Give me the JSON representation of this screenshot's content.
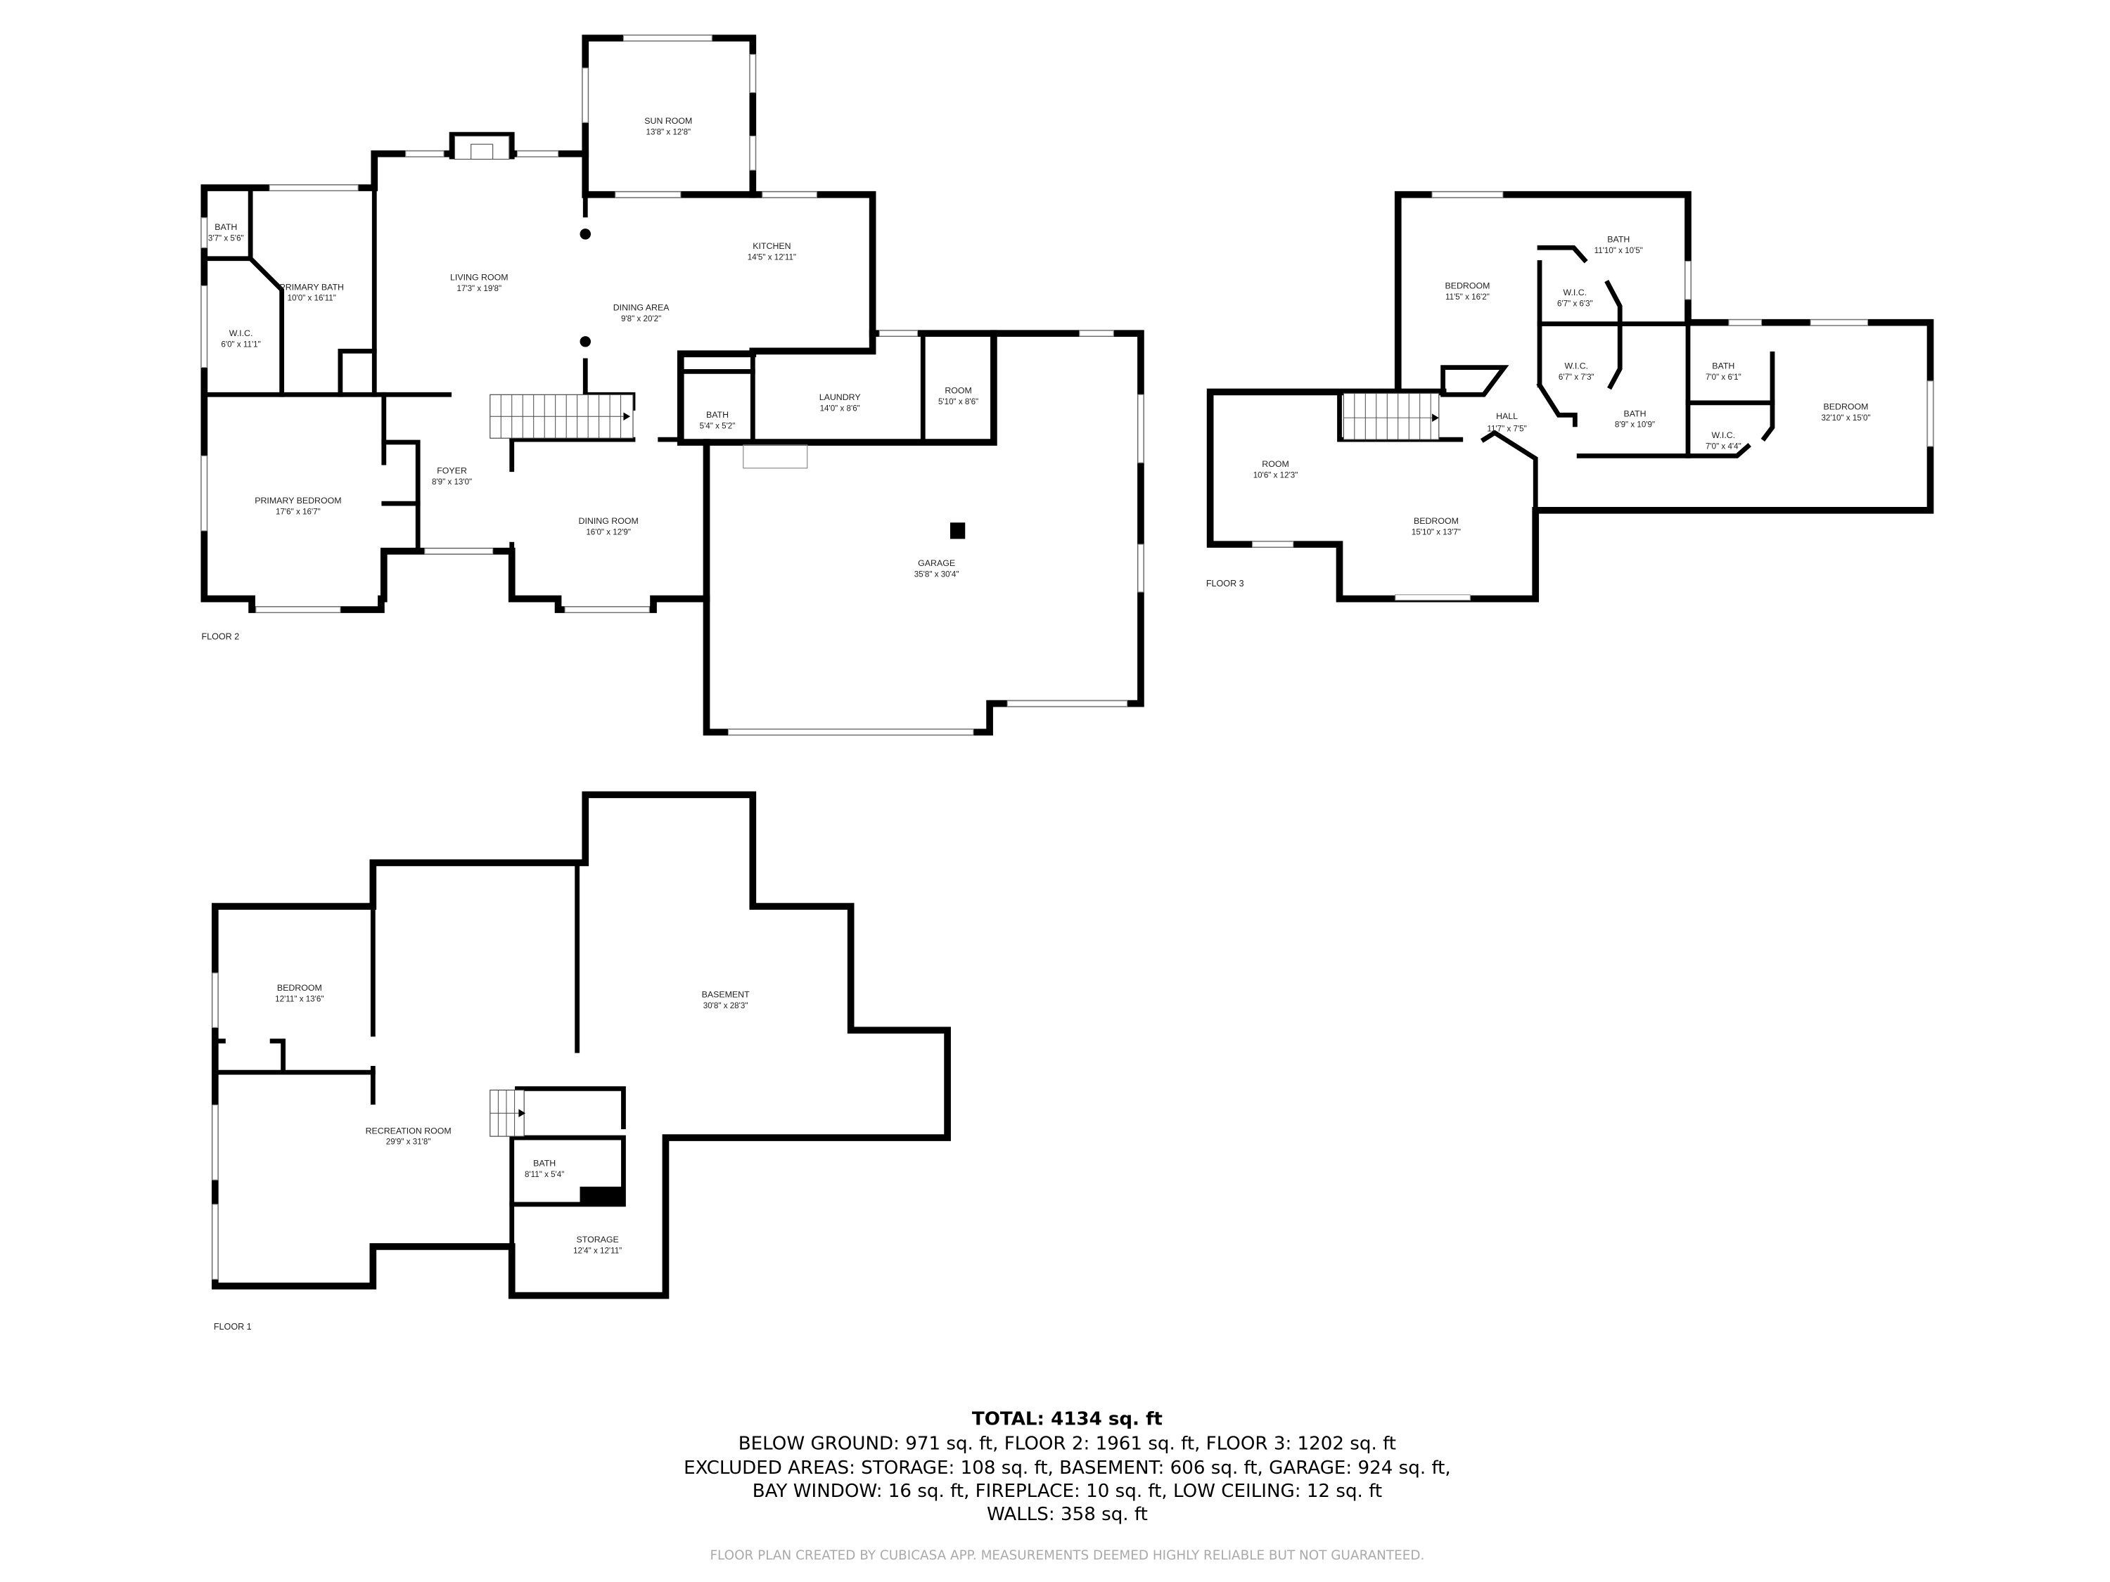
{
  "floor2": {
    "label": "FLOOR 2",
    "rooms": [
      {
        "name": "SUN ROOM",
        "dims": "13'8\" x 12'8\""
      },
      {
        "name": "LIVING ROOM",
        "dims": "17'3\" x 19'8\""
      },
      {
        "name": "KITCHEN",
        "dims": "14'5\" x 12'11\""
      },
      {
        "name": "DINING AREA",
        "dims": "9'8\" x 20'2\""
      },
      {
        "name": "BATH",
        "dims": "3'7\" x 5'6\""
      },
      {
        "name": "PRIMARY BATH",
        "dims": "10'0\" x 16'11\""
      },
      {
        "name": "W.I.C.",
        "dims": "6'0\" x 11'1\""
      },
      {
        "name": "LAUNDRY",
        "dims": "14'0\" x 8'6\""
      },
      {
        "name": "ROOM",
        "dims": "5'10\" x 8'6\""
      },
      {
        "name": "BATH",
        "dims": "5'4\" x 5'2\""
      },
      {
        "name": "FOYER",
        "dims": "8'9\" x 13'0\""
      },
      {
        "name": "PRIMARY BEDROOM",
        "dims": "17'6\" x 16'7\""
      },
      {
        "name": "DINING ROOM",
        "dims": "16'0\" x 12'9\""
      },
      {
        "name": "GARAGE",
        "dims": "35'8\" x 30'4\""
      }
    ]
  },
  "floor3": {
    "label": "FLOOR 3",
    "rooms": [
      {
        "name": "BEDROOM",
        "dims": "11'5\" x 16'2\""
      },
      {
        "name": "BATH",
        "dims": "11'10\" x 10'5\""
      },
      {
        "name": "W.I.C.",
        "dims": "6'7\" x 6'3\""
      },
      {
        "name": "W.I.C.",
        "dims": "6'7\" x 7'3\""
      },
      {
        "name": "BATH",
        "dims": "7'0\" x 6'1\""
      },
      {
        "name": "BATH",
        "dims": "8'9\" x 10'9\""
      },
      {
        "name": "HALL",
        "dims": "11'7\" x 7'5\""
      },
      {
        "name": "W.I.C.",
        "dims": "7'0\" x 4'4\""
      },
      {
        "name": "BEDROOM",
        "dims": "32'10\" x 15'0\""
      },
      {
        "name": "ROOM",
        "dims": "10'6\" x 12'3\""
      },
      {
        "name": "BEDROOM",
        "dims": "15'10\" x 13'7\""
      }
    ]
  },
  "floor1": {
    "label": "FLOOR 1",
    "rooms": [
      {
        "name": "BEDROOM",
        "dims": "12'11\" x 13'6\""
      },
      {
        "name": "RECREATION ROOM",
        "dims": "29'9\" x 31'8\""
      },
      {
        "name": "BASEMENT",
        "dims": "30'8\" x 28'3\""
      },
      {
        "name": "BATH",
        "dims": "8'11\" x 5'4\""
      },
      {
        "name": "STORAGE",
        "dims": "12'4\" x 12'11\""
      }
    ]
  },
  "summary": {
    "total": "TOTAL: 4134 sq. ft",
    "line1": "BELOW GROUND: 971 sq. ft, FLOOR 2: 1961 sq. ft, FLOOR 3: 1202 sq. ft",
    "line2": "EXCLUDED AREAS: STORAGE: 108 sq. ft, BASEMENT: 606 sq. ft, GARAGE: 924 sq. ft,",
    "line3": "BAY WINDOW: 16 sq. ft, FIREPLACE: 10 sq. ft, LOW CEILING: 12 sq. ft",
    "line4": "WALLS: 358 sq. ft",
    "disclaimer": "FLOOR PLAN CREATED BY CUBICASA APP. MEASUREMENTS DEEMED HIGHLY RELIABLE BUT NOT GUARANTEED."
  }
}
